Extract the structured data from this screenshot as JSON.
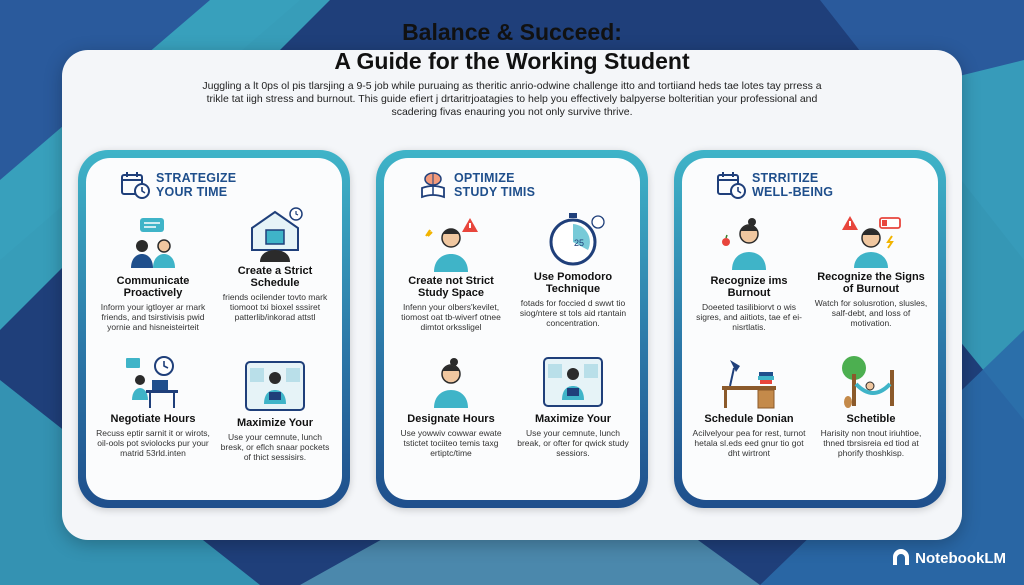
{
  "title": {
    "line1": "Balance & Succeed:",
    "line2": "A Guide for the Working Student"
  },
  "intro": "Juggling a lt 0ps ol pis tlarsjing a 9-5 job while puruaing as theritic anrio-odwine challenge itto and tortiiand heds tae lotes tay prress a trikle tat iigh stress and burnout. This guide efiert j drtaritrjoatagies to help you effectively balpyerse bolteritian your professional and scadering fivas enauring you not only survive thrive.",
  "columns": [
    {
      "title_line1": "STRATEGIZE",
      "title_line2": "YOUR TIME",
      "icon": "calendar-clock-icon",
      "items": [
        {
          "title": "Communicate Proactively",
          "desc": "Inform your igtloyer ar rnark friends, and tsirstivisis pwid yornie and hisneisteirteit",
          "icon": "chat-people-icon"
        },
        {
          "title": "Create a Strict Schedule",
          "desc": "friends ocilender tovto mark tiomoot txi bioxel sssiret patterlib/inkorad attstl",
          "icon": "schedule-house-icon"
        },
        {
          "title": "Negotiate Hours",
          "desc": "Recuss eptir sarnit it or wirots, oil-ools pot sviolocks pur your matrid 53rld.inten",
          "icon": "desk-clock-icon"
        },
        {
          "title": "Maximize Your",
          "desc": "Use your cemnute, lunch bresk, or eflch snaar pockets of thict sessisirs.",
          "icon": "commute-study-icon"
        }
      ]
    },
    {
      "title_line1": "OPTIMIZE",
      "title_line2": "STUDY TIMIS",
      "icon": "brain-book-icon",
      "items": [
        {
          "title": "Create not Strict Study Space",
          "desc": "Infenn your olbers'kevilet, tiomost oat tb-wiverf otnee dimtot orkssligel",
          "icon": "student-alert-icon"
        },
        {
          "title": "Use Pomodoro Technique",
          "desc": "fotads for foccied d swwt tio siog/ntere st tols aid rtantain concentration.",
          "icon": "timer-icon"
        },
        {
          "title": "Designate Hours",
          "desc": "Use yowwiv cowwar ewate tstictet tociiteo temis taxg ertiptc/time",
          "icon": "student-icon"
        },
        {
          "title": "Maximize Your",
          "desc": "Use your cemnute, lunch break, or ofter for qwick study sessiors.",
          "icon": "commute-study-icon"
        }
      ]
    },
    {
      "title_line1": "STRRITIZE",
      "title_line2": "WELL-BEING",
      "icon": "calendar-clock-icon",
      "items": [
        {
          "title": "Recognize ims Burnout",
          "desc": "Doeeted tasilibiorvt o wis sigres, and aiitiots, tae ef ei-nisrtlatis.",
          "icon": "person-apple-icon"
        },
        {
          "title": "Recognize the Signs of Burnout",
          "desc": "Watch for solusrotion, slusles, salf-debt, and loss of motivation.",
          "icon": "low-battery-icon"
        },
        {
          "title": "Schedule Donian",
          "desc": "Acilvelyour pea for rest, turnot hetala sl.eds eed gnur tio got dht wirtront",
          "icon": "desk-lamp-icon"
        },
        {
          "title": "Schetible",
          "desc": "Harisity non tnout iriuhtioe, thned tbrsisreia ed tiod at phorify thoshkisp.",
          "icon": "hammock-icon"
        }
      ]
    }
  ],
  "brand": "NotebookLM",
  "colors": {
    "navy": "#1f3f7a",
    "teal": "#3fb4c8",
    "accent_blue": "#1f4f8c",
    "panel": "#f4f6f9"
  }
}
